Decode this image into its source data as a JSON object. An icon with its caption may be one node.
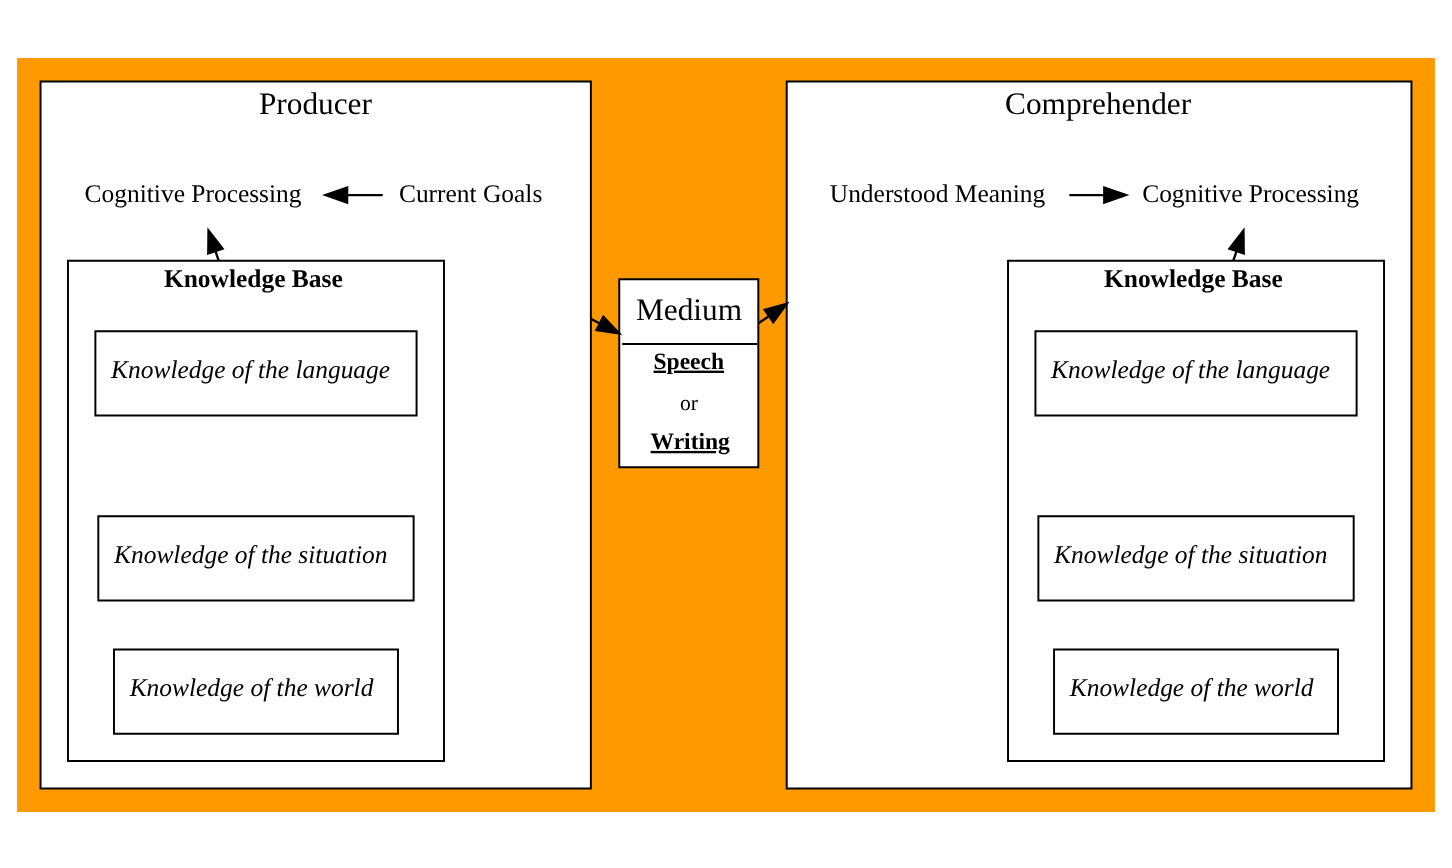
{
  "diagram": {
    "nodes": [
      {
        "text": [
          "Producer"
        ]
      },
      {
        "text": [
          "Current Goals"
        ],
        "in": 0
      },
      {
        "text": [
          "Cognitive Processing"
        ],
        "in": 0
      },
      {
        "text": [
          "Knowledge Base"
        ],
        "in": 0
      },
      {
        "text": [
          "Knowledge of the language"
        ],
        "in": 3
      },
      {
        "text": [
          "Knowledge of the situation"
        ],
        "in": 3
      },
      {
        "text": [
          "Knowledge of the world"
        ],
        "in": 3
      },
      {
        "text": [
          "Medium",
          "Speech",
          "or",
          "Writing"
        ]
      },
      {
        "text": [
          "Comprehender"
        ]
      },
      {
        "text": [
          "Understood Meaning"
        ],
        "in": 8
      },
      {
        "text": [
          "Cognitive Processing"
        ],
        "in": 8
      },
      {
        "text": [
          "Knowledge Base"
        ],
        "in": 8
      },
      {
        "text": [
          "Knowledge of the language"
        ],
        "in": 11
      },
      {
        "text": [
          "Knowledge of the situation"
        ],
        "in": 11
      },
      {
        "text": [
          "Knowledge of the world"
        ],
        "in": 11
      }
    ],
    "edges": [
      {
        "from": 1,
        "to": 2,
        "arrow": "to"
      },
      {
        "from": 3,
        "to": 2,
        "arrow": "to"
      },
      {
        "from": 0,
        "to": 7,
        "arrow": "to"
      },
      {
        "from": 7,
        "to": 8,
        "arrow": "to"
      },
      {
        "from": 9,
        "to": 10,
        "arrow": "to"
      },
      {
        "from": 11,
        "to": 10,
        "arrow": "to"
      }
    ]
  }
}
